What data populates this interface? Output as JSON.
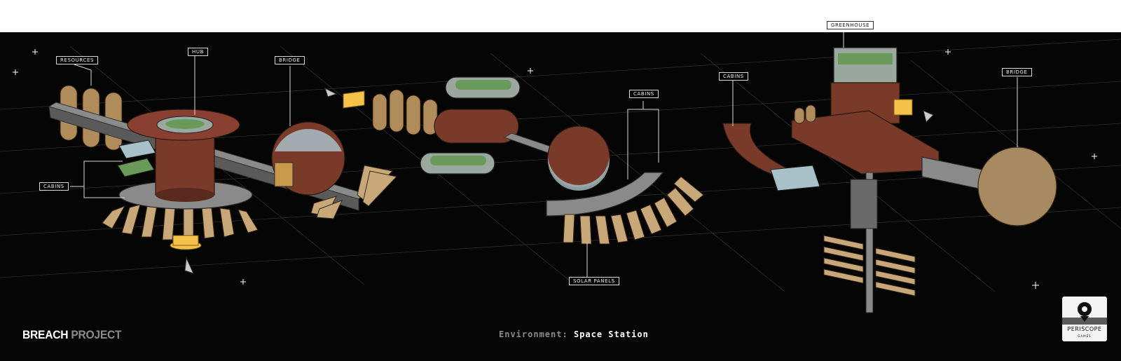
{
  "labels": {
    "resources": "RESOURCES",
    "hub": "HUB",
    "bridge_left": "BRIDGE",
    "cabins_left": "CABINS",
    "cabins_mid": "CABINS",
    "solar_panels": "SOLAR PANELS",
    "greenhouse": "GREENHOUSE",
    "cabins_right": "CABINS",
    "bridge_right": "BRIDGE"
  },
  "footer": {
    "brand_word1": "BREACH",
    "brand_word2": "PROJECT",
    "env_key": "Environment:",
    "env_value": "Space Station"
  },
  "logo": {
    "name": "PERISCOPE",
    "sub": "GAMES"
  },
  "colors": {
    "background": "#050505",
    "hull_brown": "#7a3a2a",
    "metal_grey": "#9a9a9a",
    "solar_tan": "#c8a878",
    "light_yellow": "#f5c24a",
    "greenhouse_green": "#6a9a5a",
    "glass_blue": "#a8c0c8"
  }
}
